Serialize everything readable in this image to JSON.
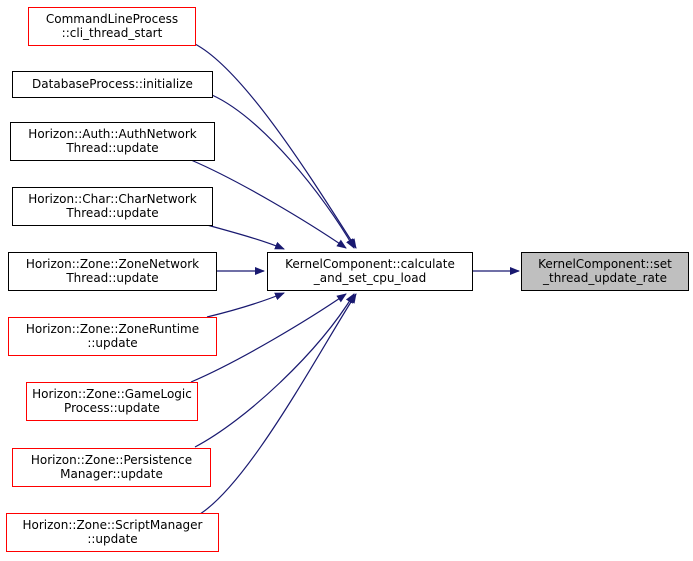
{
  "colors": {
    "edge": "#191970",
    "border_black": "#000000",
    "border_red": "#ff0000",
    "fill_default": "#ffffff",
    "fill_highlight": "#bfbfbf"
  },
  "diagram": {
    "callers": [
      {
        "lines": [
          "CommandLineProcess",
          "::cli_thread_start"
        ],
        "border": "red"
      },
      {
        "lines": [
          "DatabaseProcess::initialize"
        ],
        "border": "black"
      },
      {
        "lines": [
          "Horizon::Auth::AuthNetwork",
          "Thread::update"
        ],
        "border": "black"
      },
      {
        "lines": [
          "Horizon::Char::CharNetwork",
          "Thread::update"
        ],
        "border": "black"
      },
      {
        "lines": [
          "Horizon::Zone::ZoneNetwork",
          "Thread::update"
        ],
        "border": "black"
      },
      {
        "lines": [
          "Horizon::Zone::ZoneRuntime",
          "::update"
        ],
        "border": "red"
      },
      {
        "lines": [
          "Horizon::Zone::GameLogic",
          "Process::update"
        ],
        "border": "red"
      },
      {
        "lines": [
          "Horizon::Zone::Persistence",
          "Manager::update"
        ],
        "border": "red"
      },
      {
        "lines": [
          "Horizon::Zone::ScriptManager",
          "::update"
        ],
        "border": "red"
      }
    ],
    "middle": {
      "lines": [
        "KernelComponent::calculate",
        "_and_set_cpu_load"
      ],
      "border": "black"
    },
    "target": {
      "lines": [
        "KernelComponent::set",
        "_thread_update_rate"
      ],
      "border": "black",
      "highlight": true
    }
  }
}
